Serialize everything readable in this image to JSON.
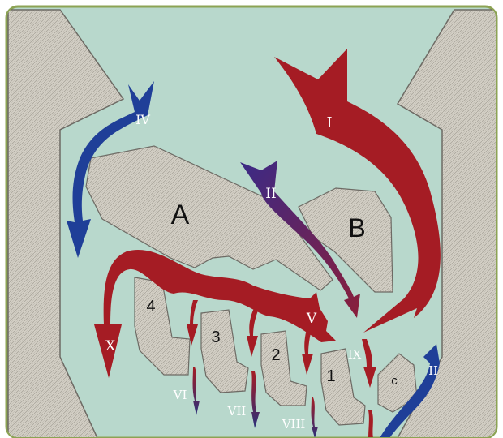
{
  "zones": {
    "A": "A",
    "B": "B",
    "c": "c",
    "z1": "1",
    "z2": "2",
    "z3": "3",
    "z4": "4"
  },
  "flows": {
    "I": "I",
    "II_upper": "II",
    "II_lower": "II",
    "IV": "IV",
    "V": "V",
    "VI": "VI",
    "VII": "VII",
    "VIII": "VIII",
    "IX": "IX",
    "X": "X"
  },
  "colors": {
    "background": "#b8d8cc",
    "border": "#8ca354",
    "wall": "#cfcbc1",
    "wall_stroke": "#6d6a64",
    "red_flow": "#a51c24",
    "blue_flow": "#1f3f98",
    "purple_flow": "#4a2b78",
    "label_white": "#ffffff"
  }
}
